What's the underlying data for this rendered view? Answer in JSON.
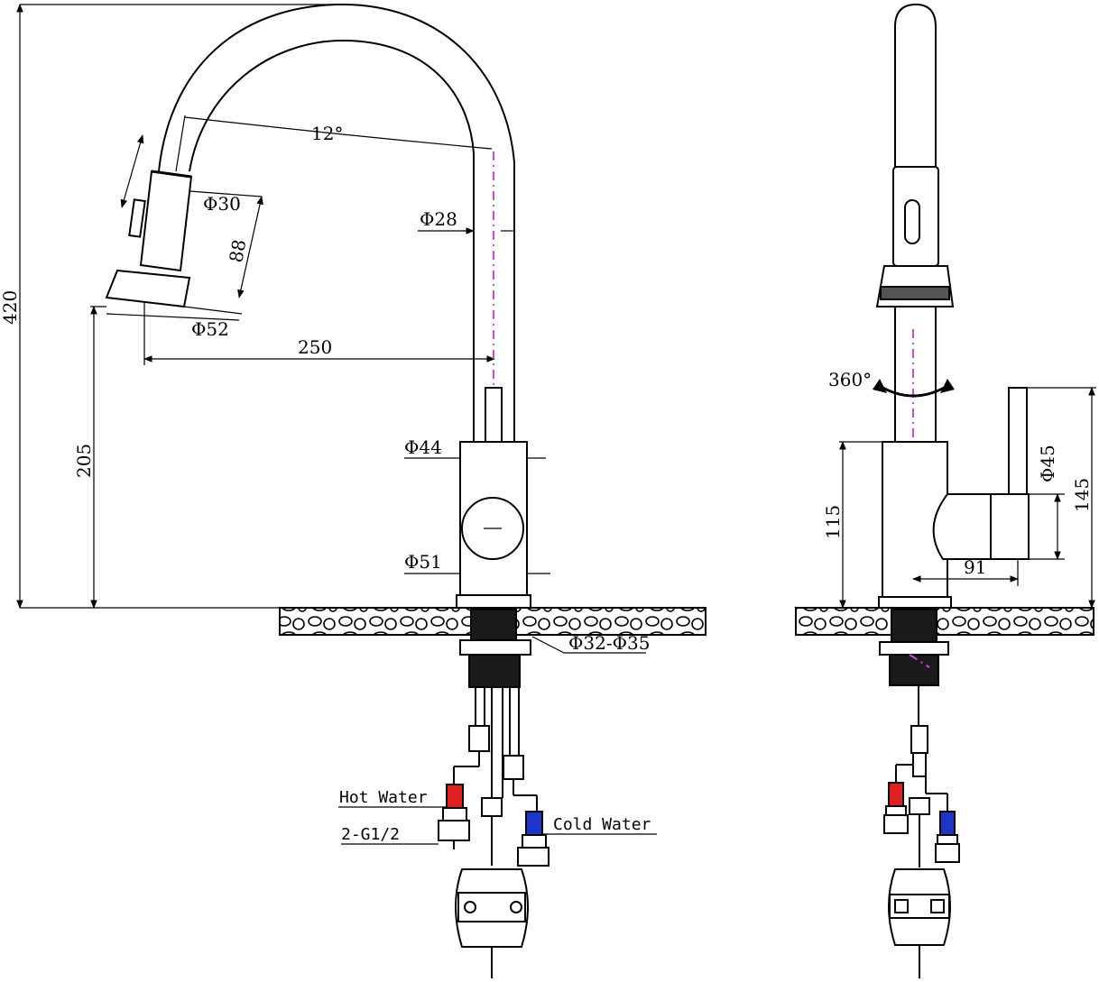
{
  "colors": {
    "line": "#000000",
    "axis": "#d24bd2",
    "hot": "#e02020",
    "cold": "#1f35c8"
  },
  "front": {
    "angle": "12°",
    "d_spray": "Φ30",
    "spray_len": "88",
    "d_head": "Φ52",
    "reach": "250",
    "d_spout": "Φ28",
    "d_body": "Φ44",
    "d_base": "Φ51",
    "total_height": "420",
    "outlet_height": "205",
    "hole": "Φ32-Φ35",
    "hot": "Hot Water",
    "thread": "2-G1/2",
    "cold": "Cold Water"
  },
  "side": {
    "rotation": "360°",
    "d_handle": "Φ45",
    "body_height": "115",
    "handle_height": "145",
    "handle_reach": "91"
  }
}
